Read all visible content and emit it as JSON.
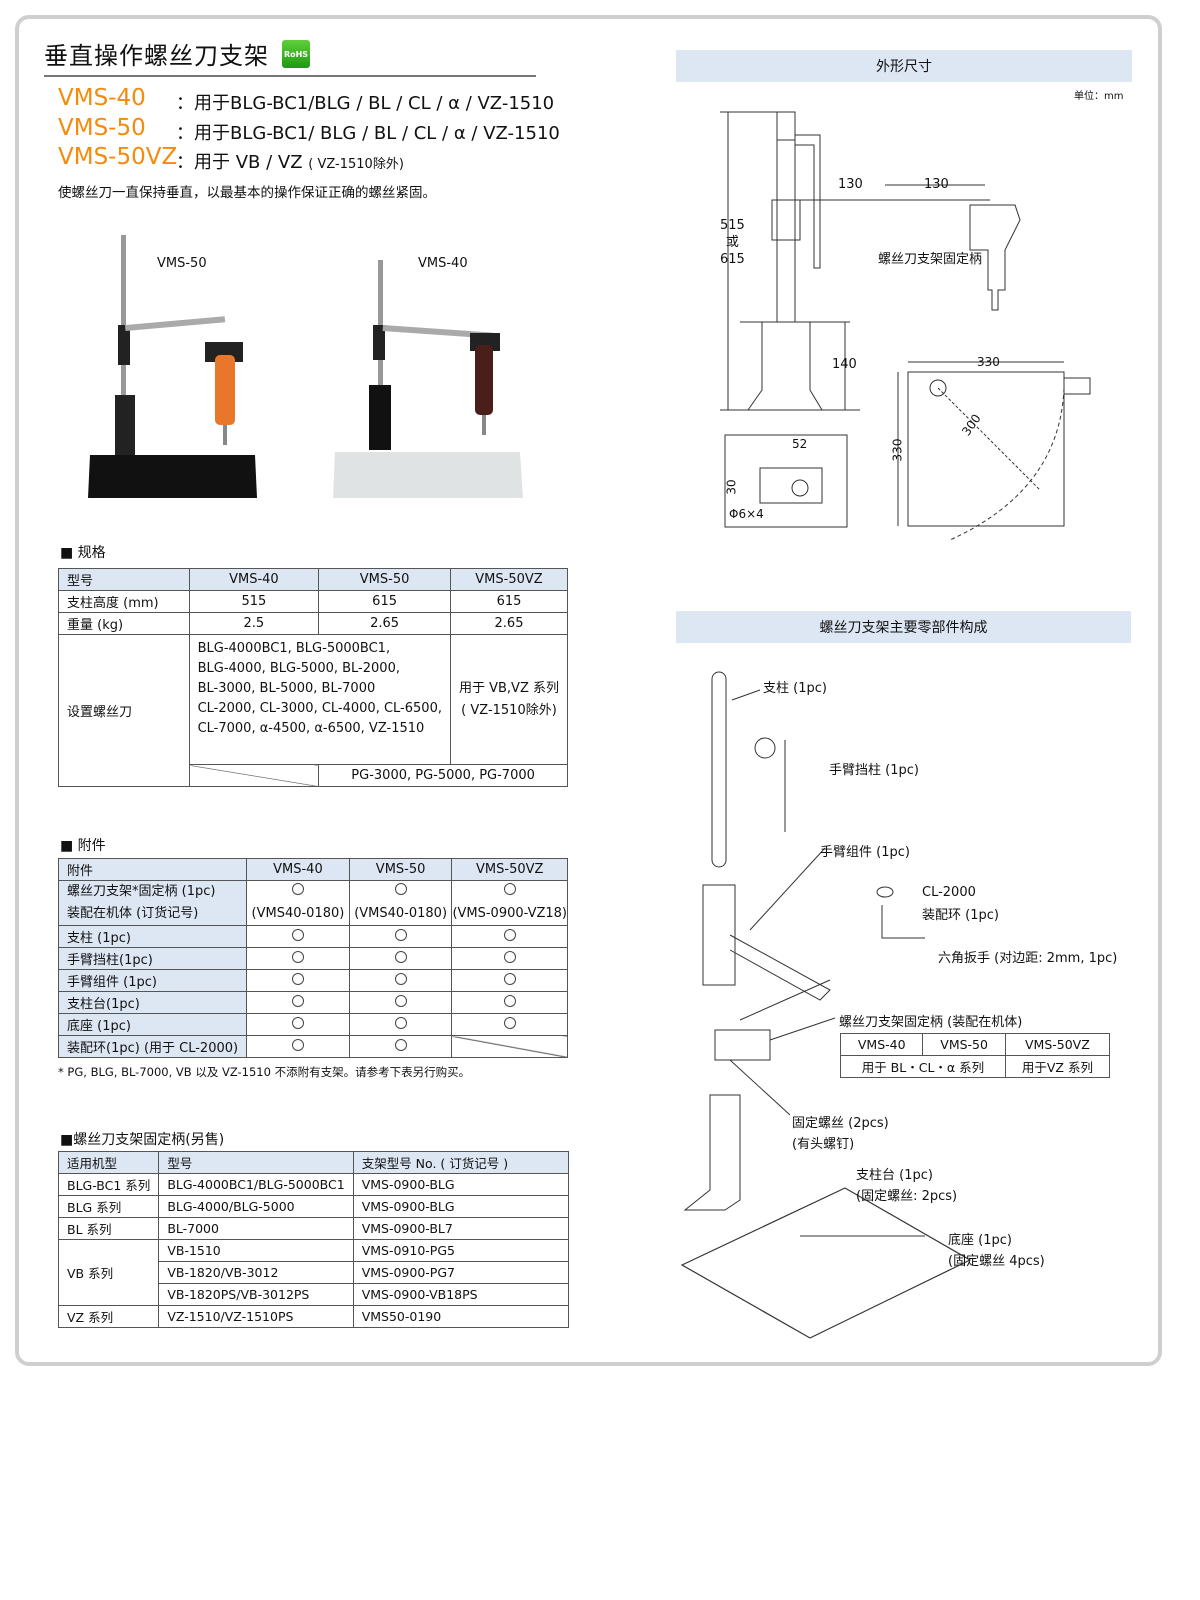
{
  "header": {
    "title": "垂直操作螺丝刀支架",
    "rohs": "RoHS"
  },
  "models": [
    {
      "name": "VMS-40",
      "use": "：用于BLG-BC1/BLG / BL / CL / α / VZ-1510"
    },
    {
      "name": "VMS-50",
      "use": "：用于BLG-BC1/ BLG / BL / CL / α / VZ-1510"
    },
    {
      "name": "VMS-50VZ",
      "use": "：用于 VB / VZ",
      "note": "( VZ-1510除外)"
    }
  ],
  "description": "使螺丝刀一直保持垂直，以最基本的操作保证正确的螺丝紧固。",
  "photos": {
    "left": "VMS-50",
    "right": "VMS-40"
  },
  "spec": {
    "heading": "■ 规格",
    "headers": [
      "型号",
      "VMS-40",
      "VMS-50",
      "VMS-50VZ"
    ],
    "rows": [
      [
        "支柱高度 (mm)",
        "515",
        "615",
        "615"
      ],
      [
        "重量 (kg)",
        "2.5",
        "2.65",
        "2.65"
      ]
    ],
    "driver_label": "设置螺丝刀",
    "driver_lines": [
      "BLG-4000BC1, BLG-5000BC1,",
      "BLG-4000, BLG-5000, BL-2000,",
      "BL-3000, BL-5000, BL-7000",
      "CL-2000, CL-3000, CL-4000, CL-6500,",
      "CL-7000, α-4500, α-6500, VZ-1510"
    ],
    "vz_lines": [
      "用于 VB,VZ 系列",
      "( VZ-1510除外)"
    ],
    "pg": "PG-3000, PG-5000, PG-7000"
  },
  "accessories": {
    "heading": "■ 附件",
    "headers": [
      "附件",
      "VMS-40",
      "VMS-50",
      "VMS-50VZ"
    ],
    "holder_label": "螺丝刀支架*固定柄 (1pc)",
    "holder_label2": "装配在机体 (订货记号)",
    "holder_codes": [
      "(VMS40-0180)",
      "(VMS40-0180)",
      "(VMS-0900-VZ18)"
    ],
    "rows": [
      [
        "支柱 (1pc)",
        true,
        true,
        true
      ],
      [
        "手臂挡柱(1pc)",
        true,
        true,
        true
      ],
      [
        "手臂组件 (1pc)",
        true,
        true,
        true
      ],
      [
        "支柱台(1pc)",
        true,
        true,
        true
      ],
      [
        "底座 (1pc)",
        true,
        true,
        true
      ],
      [
        "装配环(1pc) (用于 CL-2000)",
        true,
        true,
        false
      ]
    ],
    "note": "* PG, BLG, BL-7000, VB 以及 VZ-1510 不添附有支架。请参考下表另行购买。"
  },
  "holders": {
    "heading": "■螺丝刀支架固定柄(另售)",
    "headers": [
      "适用机型",
      "型号",
      "支架型号 No. ( 订货记号 )"
    ],
    "rows": [
      [
        "BLG-BC1 系列",
        "BLG-4000BC1/BLG-5000BC1",
        "VMS-0900-BLG"
      ],
      [
        "BLG 系列",
        "BLG-4000/BLG-5000",
        "VMS-0900-BLG"
      ],
      [
        "BL 系列",
        "BL-7000",
        "VMS-0900-BL7"
      ],
      [
        "VB 系列",
        "VB-1510",
        "VMS-0910-PG5"
      ],
      [
        "",
        "VB-1820/VB-3012",
        "VMS-0900-PG7"
      ],
      [
        "",
        "VB-1820PS/VB-3012PS",
        "VMS-0900-VB18PS"
      ],
      [
        "VZ 系列",
        "VZ-1510/VZ-1510PS",
        "VMS50-0190"
      ]
    ]
  },
  "dimensions": {
    "title": "外形尺寸",
    "unit": "单位：mm",
    "h1": "515",
    "or": "或",
    "h2": "615",
    "w1": "130",
    "w2": "130",
    "holder": "螺丝刀支架固定柄",
    "h3": "140",
    "top_w": "330",
    "side_h": "330",
    "diag": "300",
    "bw": "52",
    "bh": "30",
    "hole": "Φ6×4"
  },
  "parts": {
    "title": "螺丝刀支架主要零部件构成",
    "pole": "支柱 (1pc)",
    "stop": "手臂挡柱 (1pc)",
    "arm": "手臂组件 (1pc)",
    "ring1": "CL-2000",
    "ring2": "装配环 (1pc)",
    "wrench": "六角扳手 (对边距: 2mm, 1pc)",
    "holder": "螺丝刀支架固定柄 (装配在机体)",
    "holder_table": {
      "headers": [
        "VMS-40",
        "VMS-50",
        "VMS-50VZ"
      ],
      "cells": [
        "用于 BL・CL・α 系列",
        "用于VZ 系列"
      ]
    },
    "screw1": "固定螺丝 (2pcs)",
    "screw2": "(有头螺钉)",
    "stand1": "支柱台 (1pc)",
    "stand2": "(固定螺丝: 2pcs)",
    "base1": "底座 (1pc)",
    "base2": "(固定螺丝 4pcs)"
  }
}
